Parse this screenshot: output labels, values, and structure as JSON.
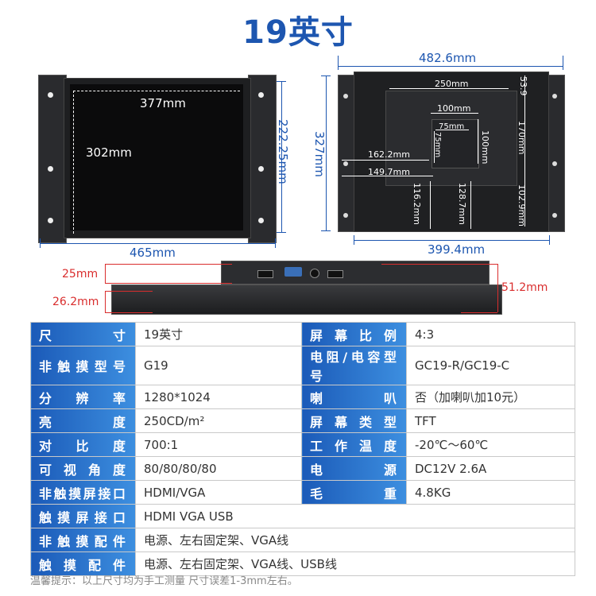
{
  "title": "19英寸",
  "front": {
    "width_label": "377mm",
    "height_label": "302mm",
    "frame_width_label": "465mm",
    "side_height_label": "222.25mm"
  },
  "back": {
    "total_width": "482.6mm",
    "total_height": "327mm",
    "inner_width": "399.4mm",
    "d250": "250mm",
    "d53": "53.9",
    "d100h": "100mm",
    "d75h": "75mm",
    "d75v": "75mm",
    "d100v": "100mm",
    "d170": "170mm",
    "d162": "162.2mm",
    "d149": "149.7mm",
    "d116": "116.2mm",
    "d128": "128.7mm",
    "d102": "102.9mm"
  },
  "side": {
    "d25": "25mm",
    "d26": "26.2mm",
    "d51": "51.2mm"
  },
  "specs": [
    {
      "l1": "尺寸",
      "v1": "19英寸",
      "l2": "屏幕比例",
      "v2": "4:3"
    },
    {
      "l1": "非触摸型号",
      "v1": "G19",
      "l2": "电阻/电容型号",
      "v2": "GC19-R/GC19-C"
    },
    {
      "l1": "分辨率",
      "v1": "1280*1024",
      "l2": "喇叭",
      "v2": "否（加喇叭加10元）"
    },
    {
      "l1": "亮度",
      "v1": "250CD/m²",
      "l2": "屏幕类型",
      "v2": "TFT"
    },
    {
      "l1": "对比度",
      "v1": "700:1",
      "l2": "工作温度",
      "v2": "-20℃～60℃"
    },
    {
      "l1": "可视角度",
      "v1": "80/80/80/80",
      "l2": "电源",
      "v2": "DC12V  2.6A"
    },
    {
      "l1": "非触摸屏接口",
      "v1": "HDMI/VGA",
      "l2": "毛重",
      "v2": "4.8KG"
    }
  ],
  "specs_wide": [
    {
      "l": "触摸屏接口",
      "v": "HDMI  VGA  USB"
    },
    {
      "l": "非触摸配件",
      "v": "电源、左右固定架、VGA线"
    },
    {
      "l": "触摸配件",
      "v": "电源、左右固定架、VGA线、USB线"
    }
  ],
  "note": "温馨提示：以上尺寸均为手工测量   尺寸误差1-3mm左右。"
}
